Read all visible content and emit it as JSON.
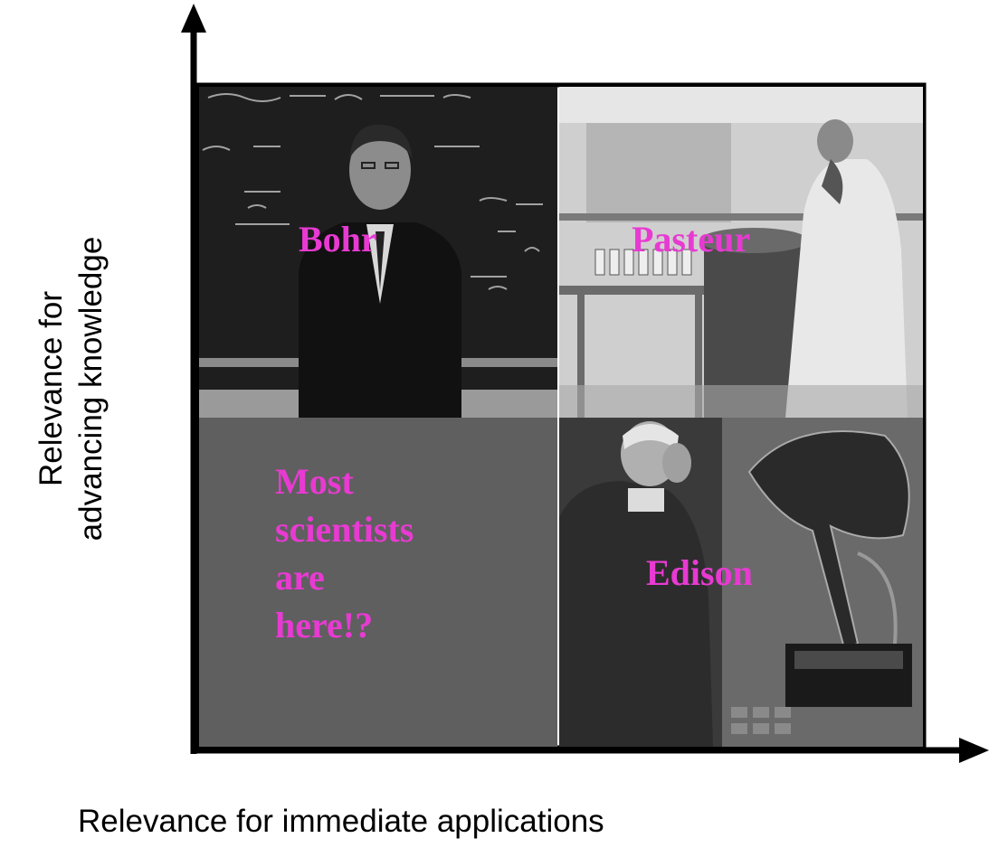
{
  "axes": {
    "y_label_line1": "Relevance for",
    "y_label_line2": "advancing knowledge",
    "x_label": "Relevance for immediate applications"
  },
  "quadrants": {
    "top_left": {
      "name": "Bohr",
      "photo_icon": "bohr-chalkboard-photo"
    },
    "top_right": {
      "name": "Pasteur",
      "photo_icon": "pasteur-laboratory-photo"
    },
    "bottom_left": {
      "lines": [
        "Most",
        "scientists",
        "are",
        "here!?"
      ]
    },
    "bottom_right": {
      "name": "Edison",
      "photo_icon": "edison-phonograph-photo"
    }
  },
  "colors": {
    "label": "#e83ad2",
    "bottom_left_fill": "#5f5f5f"
  }
}
